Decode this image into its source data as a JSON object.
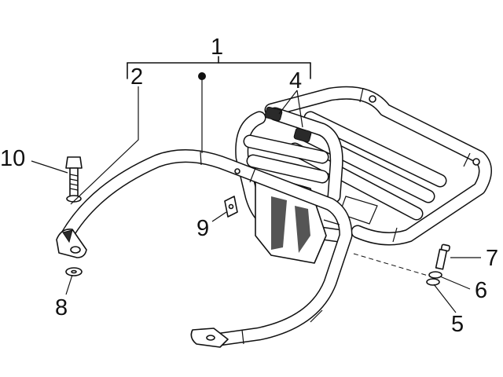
{
  "diagram": {
    "callouts": {
      "c1": "1",
      "c2": "2",
      "c4": "4",
      "c5": "5",
      "c6": "6",
      "c7": "7",
      "c8": "8",
      "c9": "9",
      "c10": "10"
    }
  }
}
